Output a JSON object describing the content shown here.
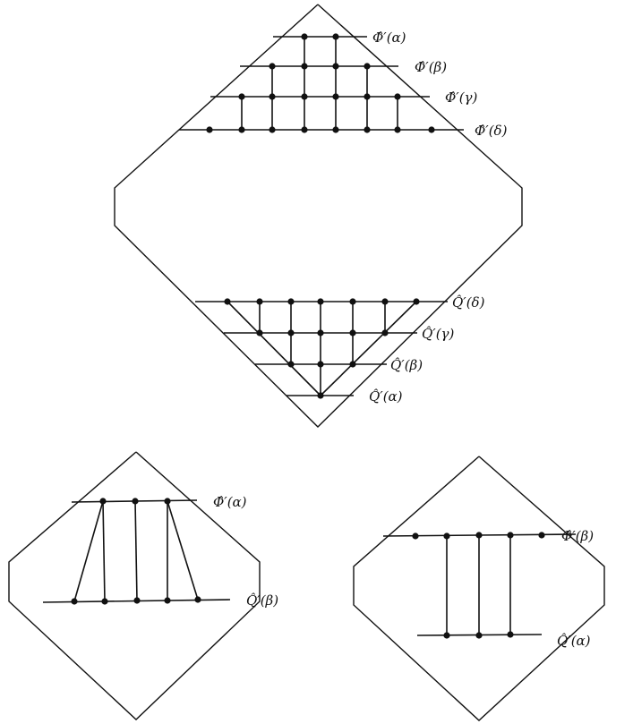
{
  "labels": {
    "top_phi_alpha": "Φ̂′(α)",
    "top_phi_beta": "Φ̂′(β)",
    "top_phi_gamma": "Φ̂′(γ)",
    "top_phi_delta": "Φ̂′(δ)",
    "top_q_delta": "Q̂′(δ)",
    "top_q_gamma": "Q̂′(γ)",
    "top_q_beta": "Q̂′(β)",
    "top_q_alpha": "Q̂′(α)",
    "left_phi_alpha": "Φ̂′(α)",
    "left_q_beta": "Q̂′(β)",
    "right_phi_beta": "Φ̂′(β)",
    "right_q_alpha": "Q̂′(α)"
  }
}
